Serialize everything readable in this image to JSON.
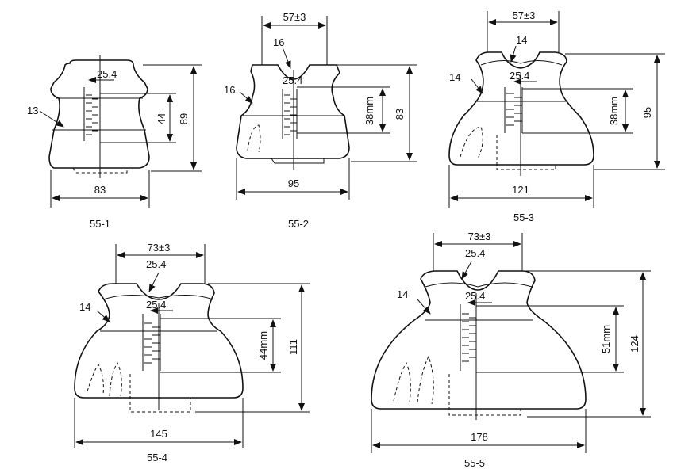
{
  "figures": [
    {
      "caption": "55-1",
      "labels": {
        "width": "83",
        "height": "89",
        "thread": "44",
        "thread_dia": "25.4",
        "wall": "13"
      }
    },
    {
      "caption": "55-2",
      "labels": {
        "top": "57±3",
        "top_radius": "16",
        "width": "95",
        "height": "83",
        "thread": "38mm",
        "thread_dia": "25.4",
        "wall": "16"
      }
    },
    {
      "caption": "55-3",
      "labels": {
        "top": "57±3",
        "top_radius": "14",
        "width": "121",
        "height": "95",
        "thread": "38mm",
        "thread_dia": "25.4",
        "wall": "14"
      }
    },
    {
      "caption": "55-4",
      "labels": {
        "top": "73±3",
        "top_radius": "25.4",
        "width": "145",
        "height": "111",
        "thread": "44mm",
        "thread_dia": "25.4",
        "wall": "14"
      }
    },
    {
      "caption": "55-5",
      "labels": {
        "top": "73±3",
        "top_radius": "25.4",
        "width": "178",
        "height": "124",
        "thread": "51mm",
        "thread_dia": "25.4",
        "wall": "14"
      }
    }
  ]
}
